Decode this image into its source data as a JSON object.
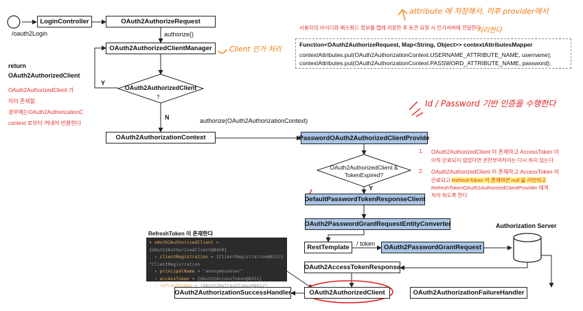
{
  "boxes": {
    "login_controller": "LoginController",
    "authorize_request": "OAuth2AuthorizeRequest",
    "client_manager": "OAuth2AuthorizedClientManager",
    "authorized_client_diamond": "OAuth2AuthorizedClient",
    "diamond_question": "?",
    "authorization_context": "OAuth2AuthorizationContext",
    "password_provider": "PasswordOAuth2AuthorizedClientProvide",
    "token_expired_diamond_line1": "OAuth2AuthorizedClient &",
    "token_expired_diamond_line2": "TokenExpired?",
    "default_response_client": "DefaultPasswordTokenResponseClient",
    "entity_converter": "OAuth2PasswordGrantRequestEntityConverter",
    "rest_template": "RestTemplate",
    "password_grant_request": "OAuth2PasswordGrantRequest",
    "access_token_response": "OAuth2AccessTokenResponse",
    "authorized_client_result": "OAuth2AuthorizedClient",
    "success_handler": "OAuth2AuthorizationSuccessHandler",
    "failure_handler": "OAuth2AuthorizationFailureHandler"
  },
  "edge_labels": {
    "oauth2_login": "/oauth2Login",
    "authorize": "authorize()",
    "authorize_context": "authorize(OAuth2AuthorizationContext)",
    "yes_left": "Y",
    "no_down": "N",
    "yes_down": "Y",
    "token_path": "/ token"
  },
  "labels": {
    "authorization_server": "Authorization Server",
    "return_line1": "return",
    "return_line2": "OAuth2AuthorizedClient",
    "refresh_title": "RefreshToken 이 존재한다"
  },
  "notes": {
    "return_note": [
      "OAuth2AuthorizedClient 가",
      "이미 존재할",
      "경우에는OAuth2AuthorizationC",
      "context 로부터 꺼내어 반환한다"
    ],
    "top_note": "사용자의 아이디와 패스워드 정보를 맵에 저장한 후 토큰 요청 시 인가서버에 전달한다",
    "note1_num": "1.",
    "note1_line1": "OAuth2AuthorizedClient 이 존재하고 AccessToken 이",
    "note1_line2": "아직 만료되지 않았다면 권한부여처리는 다시 하지 않는다",
    "note2_num": "2.",
    "note2_line1": "OAuth2AuthorizedClient 이 존재하고 AccessToken 이",
    "note2_line2a": "만료되고 ",
    "note2_line2b": "RefreshToken 이 존재하면 null 을 리턴하고",
    "note2_line3": "RefreshTokenOAuth2AuthorizedClientProvider 에게",
    "note2_line4": "처리 하도록 한다"
  },
  "context_mapper": {
    "title": "Function<OAuth2AuthorizeRequest, Map<String, Object>> contextAttributesMapper",
    "line1": "contextAttributes.put(OAuth2AuthorizationContext.USERNAME_ATTRIBUTE_NAME, username);",
    "line2": "contextAttributes.put(OAuth2AuthorizationContext.PASSWORD_ATTRIBUTE_NAME, password);"
  },
  "handwriting": {
    "attribute_note": "attribute 에 저장해서, 이후 provider에서",
    "attribute_note2": "처리한다",
    "client_note": "Client 인가 처리",
    "idpw_note": "Id / Password 기반 인증을 수행한다"
  },
  "debugger": {
    "rows": [
      {
        "key": "oAuth2AuthorizedClient",
        "val": "= {OAuth2AuthorizedClient@8410}"
      },
      {
        "key": "clientRegistration",
        "val": "= {ClientRegistration@8111} \"ClientRegistration"
      },
      {
        "key": "principalName",
        "val": "= \"anonymousUser\""
      },
      {
        "key": "accessToken",
        "val": "= {OAuth2AccessToken@8411}"
      },
      {
        "key": "refreshToken",
        "val": "= {OAuth2RefreshToken@8412}"
      }
    ]
  },
  "colors": {
    "provider_fill": "#a9c4e4",
    "note_red": "#e03030",
    "handwriting_orange": "#f07a10",
    "circle_red": "#e02020",
    "highlight": "#fff27a"
  }
}
